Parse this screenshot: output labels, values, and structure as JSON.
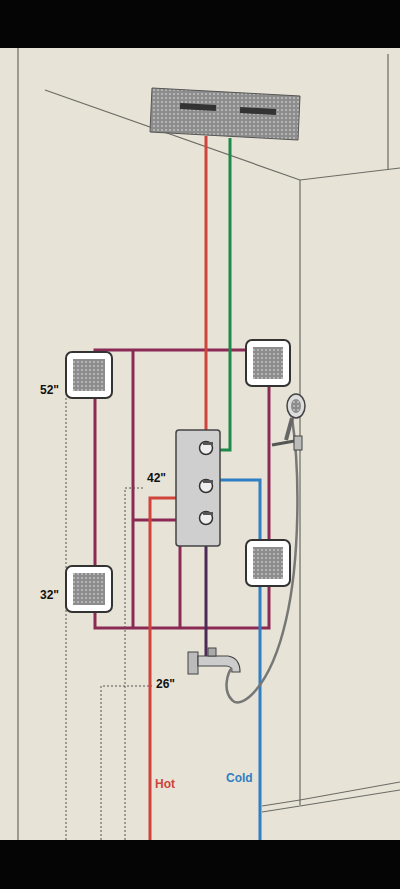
{
  "diagram": {
    "labels": [
      "52\"",
      "42\"",
      "32\"",
      "26\"",
      "Hot",
      "Cold"
    ]
  }
}
